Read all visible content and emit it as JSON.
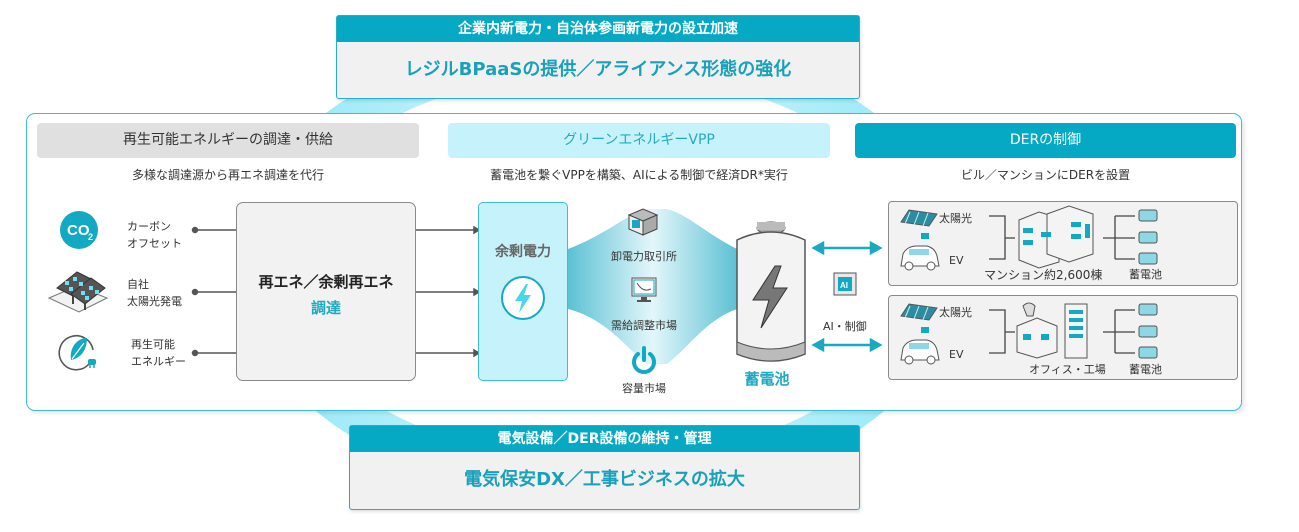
{
  "colors": {
    "accent": "#06a9c4",
    "accent_text": "#1aa1ba",
    "light_cyan": "#c6f3fb",
    "panel_gray": "#e0e0e0",
    "box_gray": "#f2f2f2",
    "border_cyan": "#3bbdd3"
  },
  "top_box": {
    "header": "企業内新電力・自治体参画新電力の設立加速",
    "body": "レジルBPaaSの提供／アライアンス形態の強化"
  },
  "bottom_box": {
    "header": "電気設備／DER設備の維持・管理",
    "body": "電気保安DX／工事ビジネスの拡大"
  },
  "columns": [
    {
      "title": "再生可能エネルギーの調達・供給",
      "subtitle": "多様な調達源から再エネ調達を代行"
    },
    {
      "title": "グリーンエネルギーVPP",
      "subtitle": "蓄電池を繋ぐVPPを構築、AIによる制御で経済DR*実行"
    },
    {
      "title": "DERの制御",
      "subtitle": "ビル／マンションにDERを設置"
    }
  ],
  "sources": [
    {
      "icon": "co2-icon",
      "icon_text": "CO",
      "icon_sub": "2",
      "line1": "カーボン",
      "line2": "オフセット"
    },
    {
      "icon": "solar-farm-icon",
      "line1": "自社",
      "line2": "太陽光発電"
    },
    {
      "icon": "leaf-plug-icon",
      "line1": "再生可能",
      "line2": "エネルギー"
    }
  ],
  "procurement": {
    "line1": "再エネ／余剰再エネ",
    "line2": "調達"
  },
  "surplus": {
    "label": "余剰電力",
    "icon": "lightning-icon"
  },
  "markets": [
    {
      "icon": "building-icon",
      "label": "卸電力取引所"
    },
    {
      "icon": "monitor-chart-icon",
      "label": "需給調整市場"
    },
    {
      "icon": "power-icon",
      "label": "容量市場"
    }
  ],
  "battery": {
    "label": "蓄電池"
  },
  "ai": {
    "chip_text": "AI",
    "label": "AI・制御"
  },
  "der_sites": [
    {
      "solar_label": "太陽光",
      "ev_label": "EV",
      "site_label": "マンション約2,600棟",
      "battery_label": "蓄電池"
    },
    {
      "solar_label": "太陽光",
      "ev_label": "EV",
      "site_label": "オフィス・工場",
      "battery_label": "蓄電池"
    }
  ]
}
